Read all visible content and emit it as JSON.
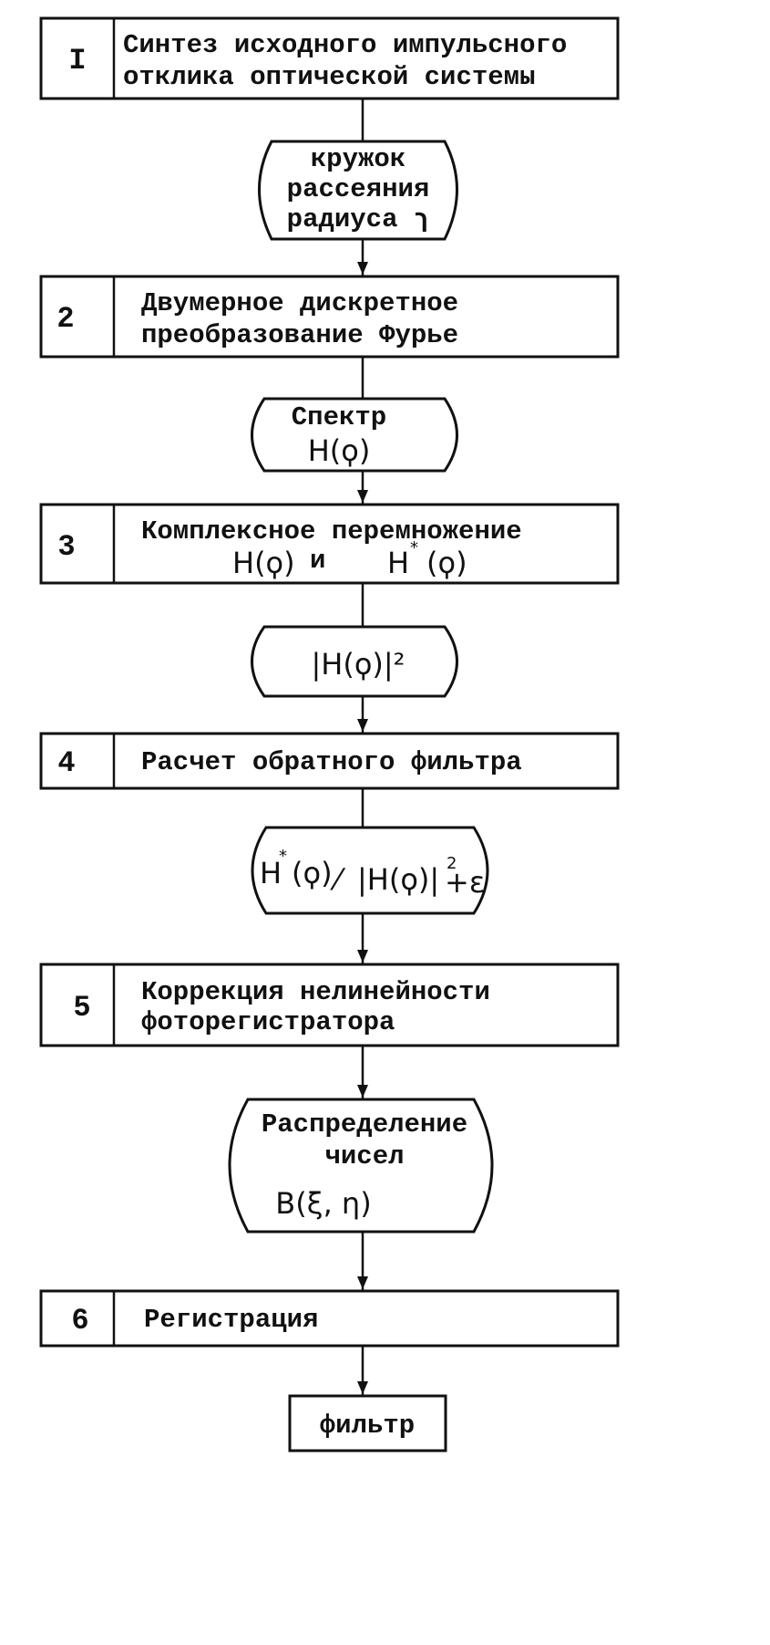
{
  "steps": [
    {
      "number": "I",
      "lines": [
        "Синтез исходного импульсного",
        "отклика оптической системы"
      ]
    },
    {
      "number": "2",
      "lines": [
        "Двумерное дискретное",
        "преобразование Фурье"
      ]
    },
    {
      "number": "3",
      "lines": [
        "Комплексное перемножение"
      ],
      "formula": {
        "h": "H(ϙ)",
        "and": "и",
        "hstar_h": "H",
        "hstar_sup": "*",
        "hstar_arg": "(ϙ)"
      }
    },
    {
      "number": "4",
      "lines": [
        "Расчет обратного фильтра"
      ]
    },
    {
      "number": "5",
      "lines": [
        "Коррекция нелинейности",
        "фоторегистратора"
      ]
    },
    {
      "number": "6",
      "lines": [
        "Регистрация"
      ]
    }
  ],
  "outputs": [
    {
      "lines": [
        "кружок",
        "рассеяния",
        "радиуса ɿ"
      ]
    },
    {
      "lines": [
        "Спектр",
        "H(ϙ)"
      ]
    },
    {
      "lines": [
        "|H(ϙ)|²"
      ]
    },
    {
      "lines": [
        "H*(ϙ)/|H(ϙ)|²+ε"
      ],
      "parts": {
        "h": "H",
        "star": "*",
        "arg": "(ϙ)",
        "div": "⁄",
        "abs": "|H(ϙ)|",
        "sq": "2",
        "eps": "+ε"
      }
    },
    {
      "lines": [
        "Распределение",
        "чисел",
        "B(ξ, η)"
      ]
    }
  ],
  "final": {
    "label": "фильтр"
  }
}
